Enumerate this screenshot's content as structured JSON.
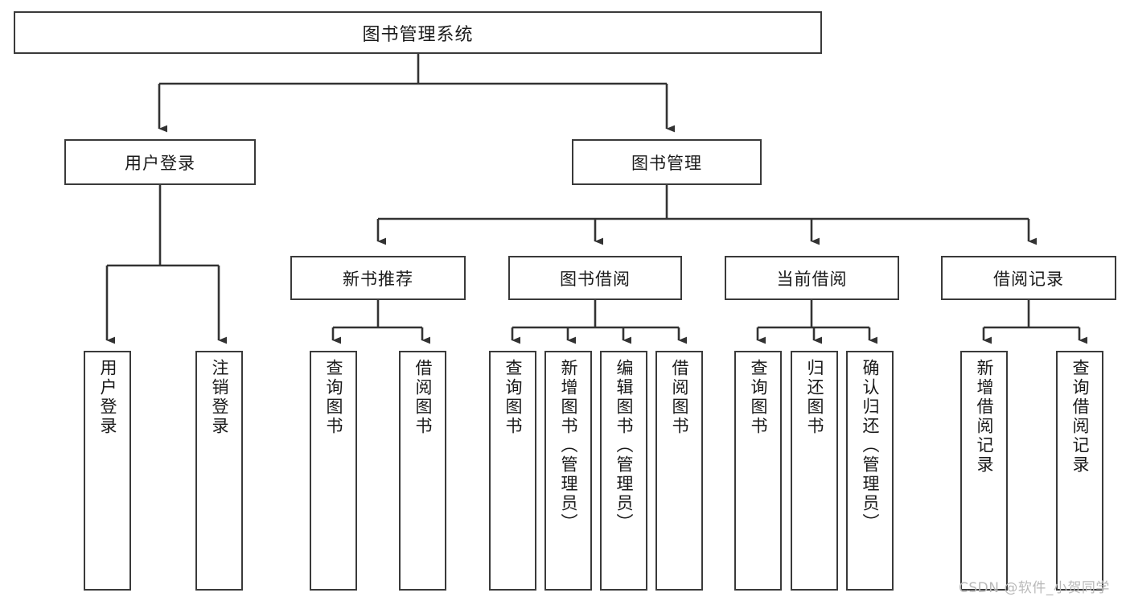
{
  "diagram": {
    "title": "图书管理系统",
    "type": "functional-structure-tree",
    "root": {
      "label": "图书管理系统"
    },
    "level2": [
      {
        "label": "用户登录"
      },
      {
        "label": "图书管理"
      }
    ],
    "level3": [
      {
        "label": "新书推荐"
      },
      {
        "label": "图书借阅"
      },
      {
        "label": "当前借阅"
      },
      {
        "label": "借阅记录"
      }
    ],
    "leaves": {
      "user_login": [
        {
          "label": "用户登录"
        },
        {
          "label": "注销登录"
        }
      ],
      "new_book_recommend": [
        {
          "label": "查询图书"
        },
        {
          "label": "借阅图书"
        }
      ],
      "book_borrow": [
        {
          "label": "查询图书"
        },
        {
          "label": "新增图书（管理员）"
        },
        {
          "label": "编辑图书（管理员）"
        },
        {
          "label": "借阅图书"
        }
      ],
      "current_borrow": [
        {
          "label": "查询图书"
        },
        {
          "label": "归还图书"
        },
        {
          "label": "确认归还（管理员）"
        }
      ],
      "borrow_record": [
        {
          "label": "新增借阅记录"
        },
        {
          "label": "查询借阅记录"
        }
      ]
    }
  },
  "watermark": {
    "text": "CSDN @软件_小贺同学"
  },
  "colors": {
    "box_border": "#3a3a3a",
    "edge_line": "#333333",
    "background": "#ffffff",
    "text": "#1a1a1a",
    "watermark": "#b9b9b9"
  }
}
